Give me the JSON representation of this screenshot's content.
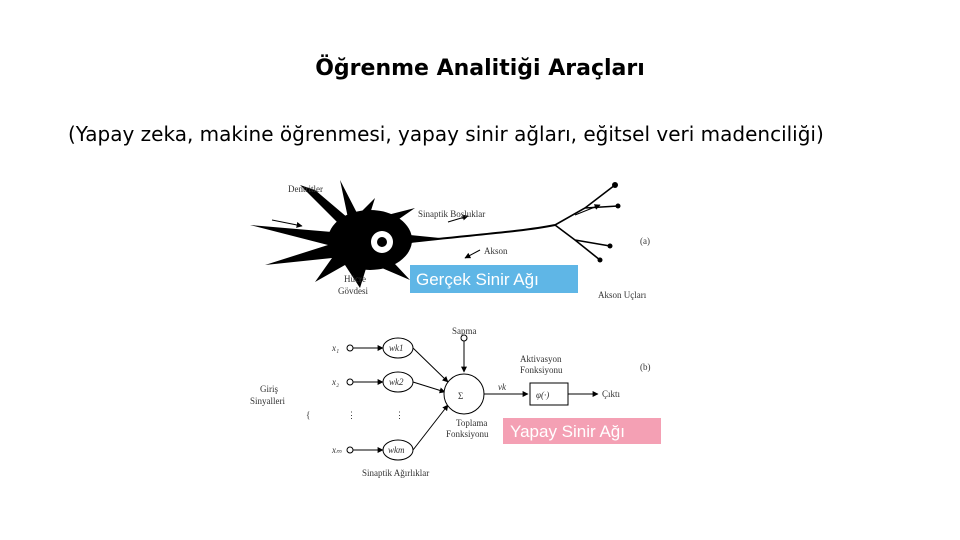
{
  "slide": {
    "title": "Öğrenme Analitiği Araçları",
    "subtitle": "(Yapay zeka, makine öğrenmesi, yapay sinir ağları, eğitsel veri madenciliği)"
  },
  "figure": {
    "real_neuron": {
      "labels": {
        "dendrites": "Dentritler",
        "synaptic_gaps": "Sinaptik Boşluklar",
        "axon": "Akson",
        "cell_body_1": "Hücre",
        "cell_body_2": "Gövdesi",
        "axon_terminals": "Akson Uçları",
        "panel_tag": "(a)"
      },
      "banner": {
        "text": "Gerçek Sinir Ağı",
        "color": "#5fb6e6"
      }
    },
    "artificial_neuron": {
      "labels": {
        "bias": "Sapma",
        "activation_1": "Aktivasyon",
        "activation_2": "Fonksiyonu",
        "input_signals_1": "Giriş",
        "input_signals_2": "Sinyalleri",
        "summation_1": "Toplama",
        "summation_2": "Fonksiyonu",
        "synaptic_weights": "Sinaptik Ağırlıklar",
        "output": "Çıktı",
        "panel_tag": "(b)",
        "x1": "x₁",
        "x2": "x₂",
        "xm": "xₘ",
        "w1": "wk1",
        "w2": "wk2",
        "wm": "wkm",
        "sum": "Σ",
        "vk": "vk",
        "phi": "φ(·)"
      },
      "banner": {
        "text": "Yapay Sinir Ağı",
        "color": "#f4a0b4"
      }
    }
  }
}
